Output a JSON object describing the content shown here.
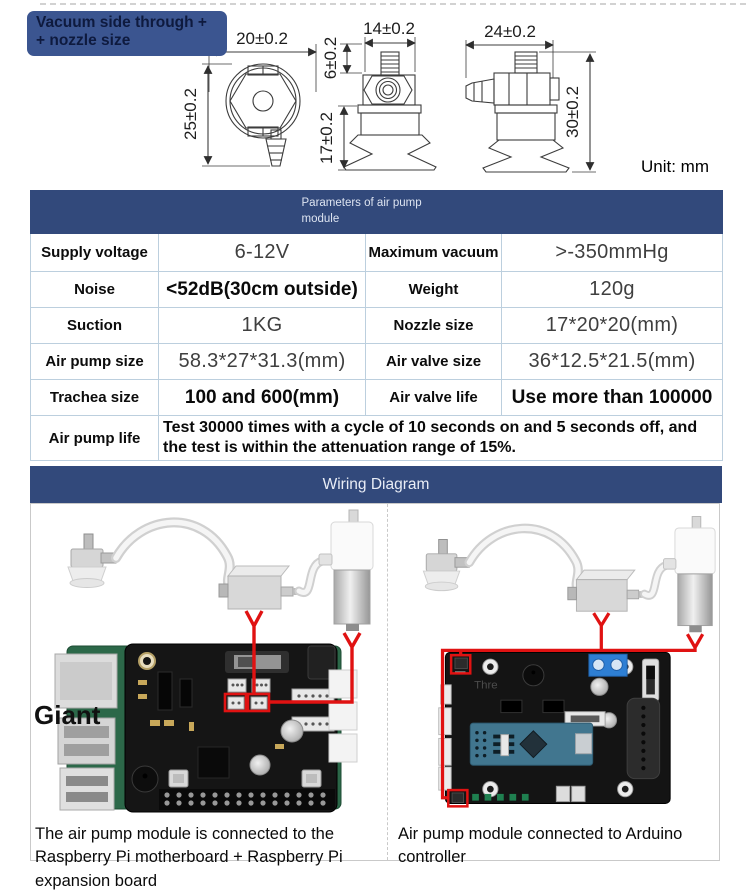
{
  "badge": {
    "line1": "Vacuum side through +",
    "line2": "+ nozzle size"
  },
  "unit_label": "Unit: mm",
  "drawings": {
    "d1_width": "20±0.2",
    "d1_height": "25±0.2",
    "d2_width": "14±0.2",
    "d2_thread": "6±0.2",
    "d2_cup": "17±0.2",
    "d3_width": "24±0.2",
    "d3_height": "30±0.2"
  },
  "spec_table": {
    "title_line1": "Parameters of air pump",
    "title_line2": "module",
    "rows": [
      {
        "label1": "Supply voltage",
        "value1": "6-12V",
        "label2": "Maximum vacuum",
        "value2": ">-350mmHg"
      },
      {
        "label1": "Noise",
        "value1": "<52dB(30cm outside)",
        "label2": "Weight",
        "value2": "120g"
      },
      {
        "label1": "Suction",
        "value1": "1KG",
        "label2": "Nozzle size",
        "value2": "17*20*20(mm)"
      },
      {
        "label1": "Air pump size",
        "value1": "58.3*27*31.3(mm)",
        "label2": "Air valve size",
        "value2": "36*12.5*21.5(mm)"
      },
      {
        "label1": "Trachea size",
        "value1": "100 and 600(mm)",
        "label2": "Air valve life",
        "value2": "Use more than 100000"
      }
    ],
    "life_row": {
      "label": "Air pump life",
      "value": "Test 30000 times with a cycle of 10 seconds on and 5 seconds off, and the test is within the attenuation range of 15%."
    }
  },
  "wiring": {
    "title": "Wiring Diagram",
    "left_caption": "The air pump module is connected to the Raspberry Pi motherboard + Raspberry Pi expansion board",
    "right_caption": "Air pump module connected to Arduino controller",
    "watermark": "Giant",
    "board_text": "Thre"
  },
  "colors": {
    "header_blue": "#32497b",
    "badge_blue": "#3b5590",
    "wire_red": "#e01212",
    "table_border": "#bccfde",
    "pcb_green": "#2c6849",
    "nano_blue": "#41768f",
    "terminal_blue": "#2e7fd4"
  }
}
